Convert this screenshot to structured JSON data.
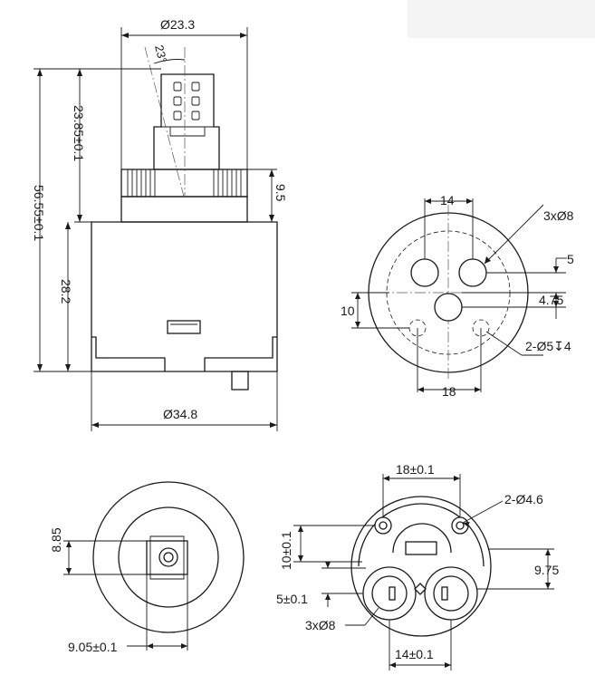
{
  "side_view": {
    "top_diameter": "Ø23.3",
    "angle": "23°",
    "stem_height": "23.85±0.1",
    "total_height": "56.55±0.1",
    "ring_height": "9.5",
    "body_height": "28.2",
    "body_diameter": "Ø34.8"
  },
  "bottom_view": {
    "hole_spacing": "14",
    "holes": "3xØ8",
    "offset_a": "5",
    "offset_b": "4.75",
    "offset_c": "10",
    "pins": "2-Ø5↧4",
    "pin_spacing": "18"
  },
  "top_view": {
    "width": "8.85",
    "length": "9.05±0.1"
  },
  "base_view": {
    "pin_spacing": "18±0.1",
    "pins": "2-Ø4.6",
    "offset_a": "10±0.1",
    "offset_b": "9.75",
    "offset_c": "5±0.1",
    "holes": "3xØ8",
    "hole_spacing": "14±0.1"
  }
}
